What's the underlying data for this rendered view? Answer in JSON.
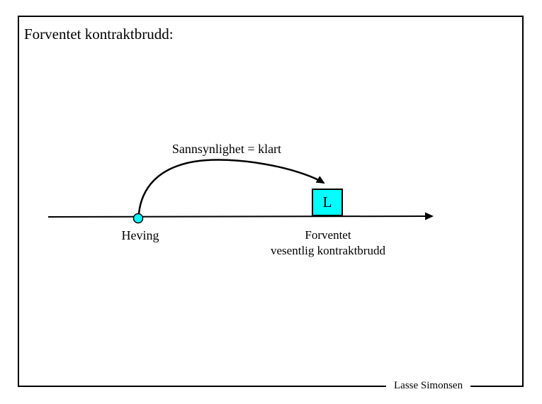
{
  "slide": {
    "title": "Forventet kontraktbrudd:",
    "footer": "Lasse Simonsen"
  },
  "diagram": {
    "arc_label": "Sannsynlighet = klart",
    "event_point_label": "Heving",
    "node_box_label": "L",
    "node_label_line1": "Forventet",
    "node_label_line2": "vesentlig kontraktbrudd",
    "colors": {
      "accent_cyan": "#00ffff",
      "line": "#000000",
      "background": "#ffffff"
    }
  }
}
